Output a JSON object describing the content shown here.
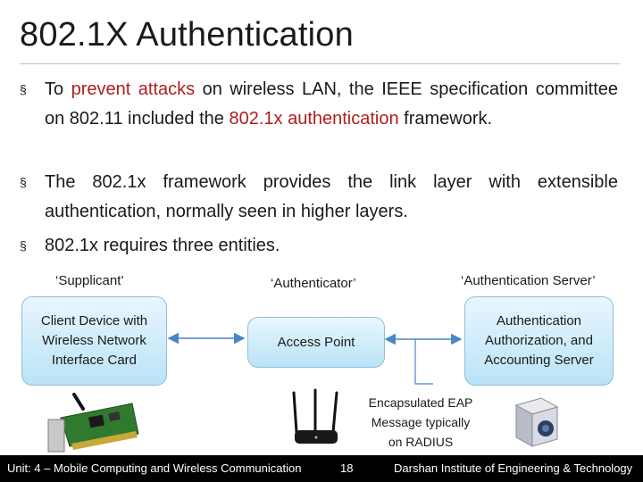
{
  "slide": {
    "title": "802.1X Authentication",
    "bullets": [
      {
        "marker": "§",
        "parts": [
          {
            "text": "To ",
            "highlight": false
          },
          {
            "text": "prevent attacks",
            "highlight": true
          },
          {
            "text": " on wireless LAN, the IEEE specification committee on 802.11 included the ",
            "highlight": false
          },
          {
            "text": "802.1x authentication",
            "highlight": true
          },
          {
            "text": " framework.",
            "highlight": false
          }
        ]
      },
      {
        "marker": "§",
        "parts": [
          {
            "text": "The 802.1x framework provides the link layer with extensible authentication, normally seen in higher layers.",
            "highlight": false
          }
        ]
      },
      {
        "marker": "§",
        "parts": [
          {
            "text": "802.1x requires three entities.",
            "highlight": false
          }
        ]
      }
    ]
  },
  "diagram": {
    "supplicant_label": "‘Supplicant’",
    "authenticator_label": "‘Authenticator’",
    "server_label": "‘Authentication Server’",
    "client_box": [
      "Client Device with",
      "Wireless Network",
      "Interface Card"
    ],
    "ap_box": "Access Point",
    "server_box": [
      "Authentication",
      "Authorization, and",
      "Accounting Server"
    ],
    "eap_note": [
      "Encapsulated EAP",
      "Message typically",
      "on RADIUS"
    ]
  },
  "footer": {
    "unit": "Unit: 4 –  Mobile Computing and Wireless Communication",
    "page": "18",
    "institute": "Darshan Institute of Engineering & Technology"
  },
  "colors": {
    "highlight": "#b01e1e",
    "box_fill": "#b9e3f7",
    "arrow": "#4a86c5",
    "footer_bg": "#000000"
  },
  "icons": {
    "client": "network-card-icon",
    "access_point": "wireless-router-icon",
    "server": "server-icon"
  }
}
